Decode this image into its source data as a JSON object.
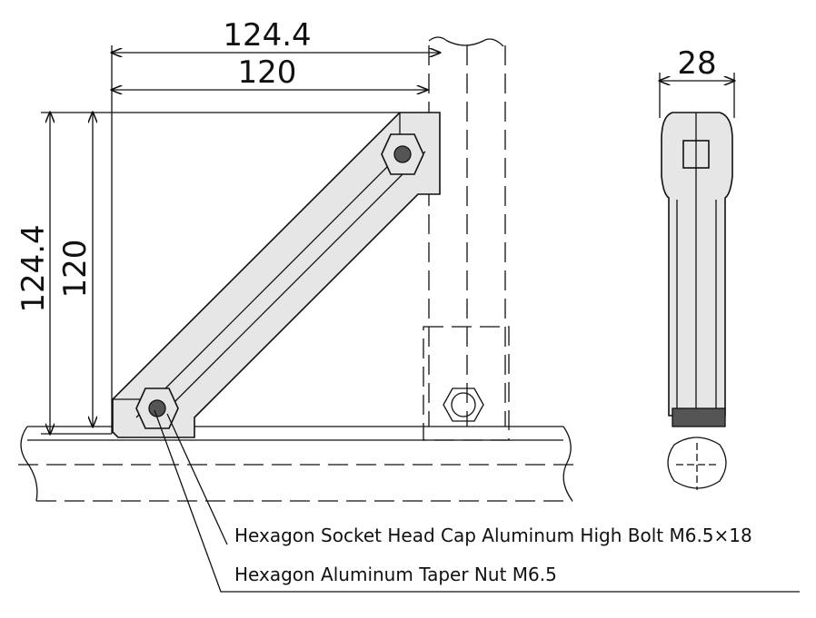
{
  "dimensions": {
    "top_outer": "124.4",
    "top_inner": "120",
    "left_outer": "124.4",
    "left_inner": "120",
    "side_width": "28"
  },
  "callouts": {
    "bolt": "Hexagon Socket Head Cap Aluminum High Bolt M6.5×18",
    "nut": "Hexagon Aluminum Taper Nut M6.5"
  }
}
